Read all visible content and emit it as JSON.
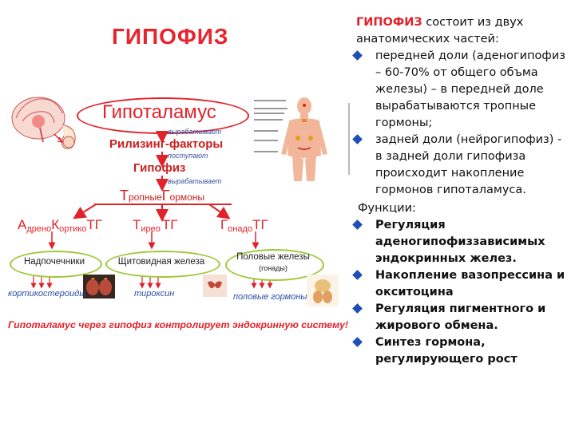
{
  "title": "ГИПОФИЗ",
  "intro": {
    "highlight": "ГИПОФИЗ",
    "rest": " состоит из двух анатомических частей:"
  },
  "parts": [
    "передней доли (аденогипофиз – 60-70% от общего объма железы) – в передней доле вырабатываются тропные гормоны;",
    "задней доли (нейрогипофиз) - в задней доли гипофиза происходит накопление гормонов гипоталамуса."
  ],
  "functions_title": "Функции:",
  "functions": [
    "Регуляция аденогипофиззависимых эндокринных желез.",
    "Накопление вазопрессина и окситоцина",
    "Регуляция пигментного и жирового обмена.",
    "Синтез гормона, регулирующего рост"
  ],
  "diagram": {
    "hypothalamus": "Гипоталамус",
    "produces1": "вырабатывает",
    "releasing": "Рилизинг-факторы",
    "enter": "поступают",
    "pituitary": "Гипофиз",
    "produces2": "вырабатывает",
    "tropic": {
      "t1": "Т",
      "t2": "ропные",
      "t3": "Г",
      "t4": "ормоны"
    },
    "acth": {
      "a": "А",
      "a_sub": "дрено",
      "k": "К",
      "k_sub": "ортико",
      "tg": "ТГ"
    },
    "tsh": {
      "t": "Т",
      "t_sub": "ирео",
      "tg": "ТГ"
    },
    "gtg": {
      "g": "Г",
      "g_sub": "онадо",
      "tg": "ТГ"
    },
    "adrenal": "Надпочечники",
    "thyroid": "Щитовидная железа",
    "gonads": "Половые железы",
    "gonads_sub": "(гонады)",
    "hormone1": "кортикостероиды",
    "hormone2": "тироксин",
    "hormone3": "половые гормоны",
    "footer": "Гипоталамус через гипофиз контролирует эндокринную систему!"
  },
  "colors": {
    "red": "#e0222a",
    "blue": "#1f4fb5",
    "green": "#9cc93a"
  }
}
